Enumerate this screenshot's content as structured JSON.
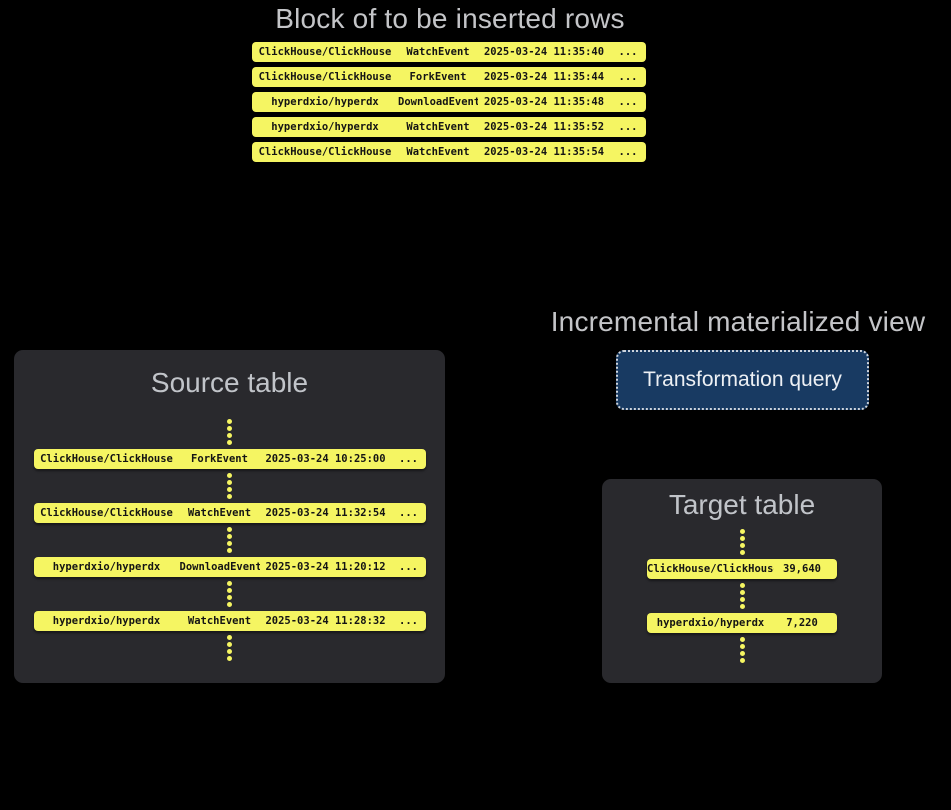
{
  "colors": {
    "background": "#000000",
    "panel": "#29292d",
    "row_yellow": "#f5f562",
    "row_text": "#141414",
    "title_text": "#c4c5c8",
    "panel_title": "#c1c4c9",
    "button_bg": "#183a62",
    "button_border": "#cdd4dd",
    "button_text": "#edf0f4",
    "dot_color": "#f5f562"
  },
  "insert_block": {
    "title": "Block of to be inserted rows",
    "rows": [
      {
        "repo": "ClickHouse/ClickHouse",
        "event": "WatchEvent",
        "timestamp": "2025-03-24 11:35:40",
        "more": "..."
      },
      {
        "repo": "ClickHouse/ClickHouse",
        "event": "ForkEvent",
        "timestamp": "2025-03-24 11:35:44",
        "more": "..."
      },
      {
        "repo": "hyperdxio/hyperdx",
        "event": "DownloadEvent",
        "timestamp": "2025-03-24 11:35:48",
        "more": "..."
      },
      {
        "repo": "hyperdxio/hyperdx",
        "event": "WatchEvent",
        "timestamp": "2025-03-24 11:35:52",
        "more": "..."
      },
      {
        "repo": "ClickHouse/ClickHouse",
        "event": "WatchEvent",
        "timestamp": "2025-03-24 11:35:54",
        "more": "..."
      }
    ]
  },
  "source_table": {
    "title": "Source table",
    "rows": [
      {
        "repo": "ClickHouse/ClickHouse",
        "event": "ForkEvent",
        "timestamp": "2025-03-24 10:25:00",
        "more": "..."
      },
      {
        "repo": "ClickHouse/ClickHouse",
        "event": "WatchEvent",
        "timestamp": "2025-03-24 11:32:54",
        "more": "..."
      },
      {
        "repo": "hyperdxio/hyperdx",
        "event": "DownloadEvent",
        "timestamp": "2025-03-24 11:20:12",
        "more": "..."
      },
      {
        "repo": "hyperdxio/hyperdx",
        "event": "WatchEvent",
        "timestamp": "2025-03-24 11:28:32",
        "more": "..."
      }
    ]
  },
  "materialized_view": {
    "title": "Incremental materialized view",
    "button_label": "Transformation query"
  },
  "target_table": {
    "title": "Target table",
    "rows": [
      {
        "repo": "ClickHouse/ClickHouse",
        "count": "39,640"
      },
      {
        "repo": "hyperdxio/hyperdx",
        "count": "7,220"
      }
    ]
  }
}
